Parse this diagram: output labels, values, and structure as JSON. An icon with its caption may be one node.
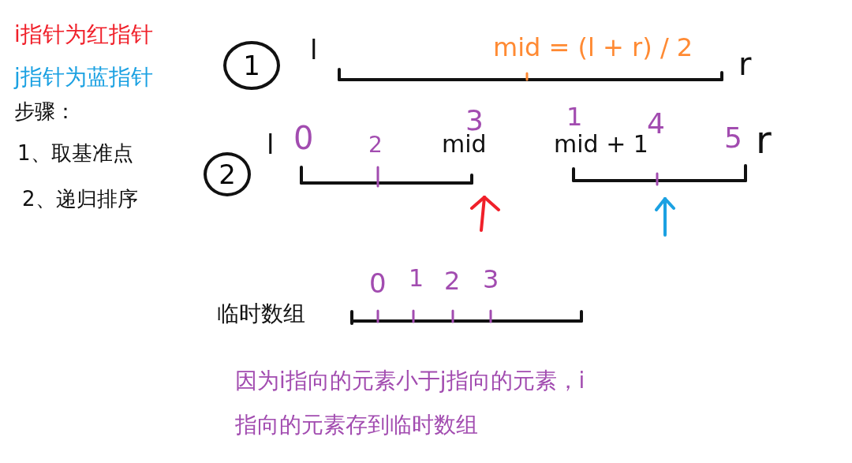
{
  "diagram": {
    "nodes": [
      {
        "text": [
          "1"
        ]
      },
      {
        "text": [
          "2"
        ]
      }
    ],
    "edges": [],
    "labels": [
      "i指针为红指针",
      "j指针为蓝指针",
      "步骤：",
      "1、取基准点",
      "2、递归排序",
      "l",
      "mid = (l + r) / 2",
      "r",
      "l",
      "0",
      "2",
      "3",
      "mid",
      "1",
      "mid + 1",
      "4",
      "5",
      "r",
      "临时数组",
      "0",
      "1",
      "2",
      "3",
      "因为i指向的元素小于j指向的元素，i指向的元素存到临时数组"
    ]
  }
}
